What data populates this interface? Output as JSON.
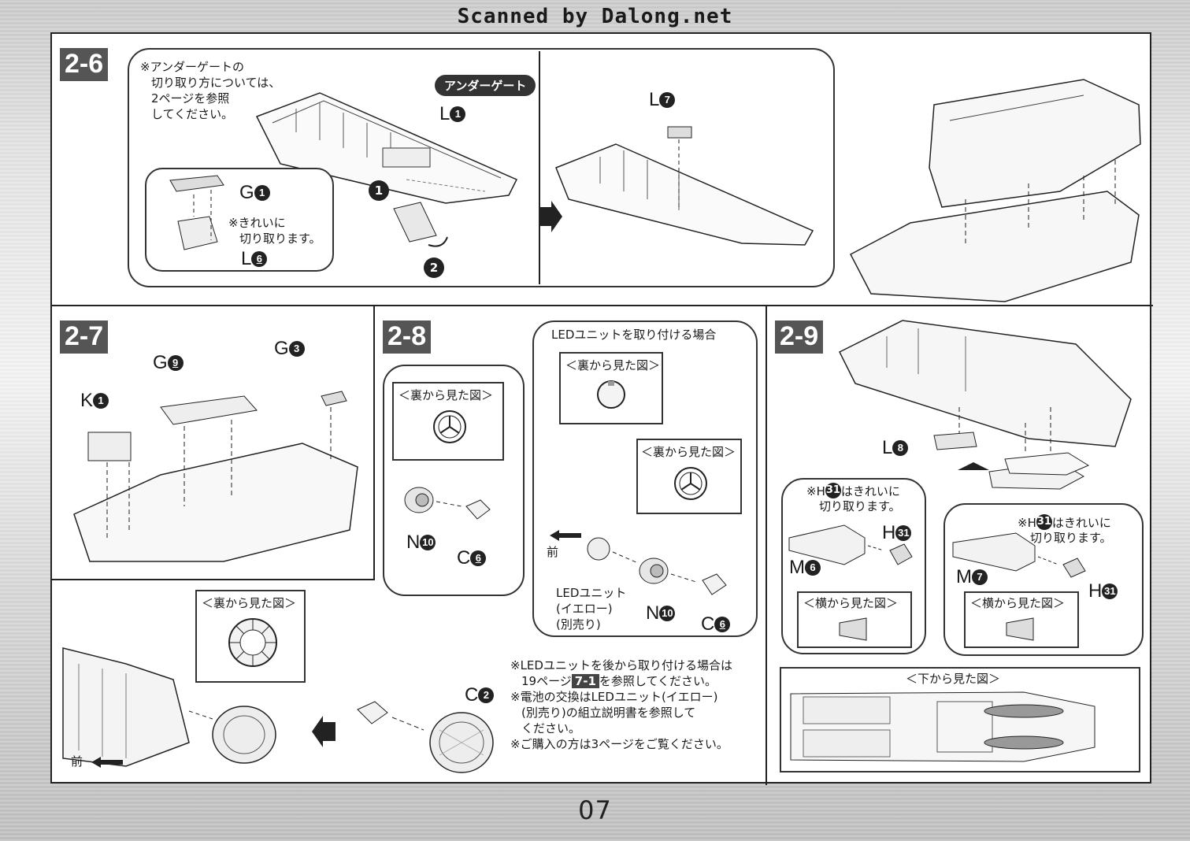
{
  "banner": "Scanned by Dalong.net",
  "page_number": "07",
  "steps": {
    "s26": {
      "label": "2-6",
      "note": [
        "※アンダーゲートの",
        "切り取り方については、",
        "2ページを参照",
        "してください。"
      ],
      "tag": "アンダーゲート",
      "parts": {
        "l1": "L",
        "l1n": "1",
        "g1": "G",
        "g1n": "1",
        "l6": "L",
        "l6n": "6",
        "l7": "L",
        "l7n": "7"
      },
      "cut_note": [
        "※きれいに",
        "切り取ります。"
      ],
      "seq": [
        "1",
        "2"
      ]
    },
    "s27": {
      "label": "2-7",
      "parts": {
        "k1": "K",
        "k1n": "1",
        "g9": "G",
        "g9n": "9",
        "g3": "G",
        "g3n": "3"
      }
    },
    "s28": {
      "label": "2-8",
      "back_view": "＜裏から見た図＞",
      "led_title": "LEDユニットを取り付ける場合",
      "led_back_view": "＜裏から見た図＞",
      "led_back_view2": "＜裏から見た図＞",
      "parts": {
        "n10": "N",
        "n10n": "10",
        "c6": "C",
        "c6n": "6",
        "c2": "C",
        "c2n": "2"
      },
      "front": "前",
      "led_unit": [
        "LEDユニット",
        "(イエロー)",
        "(別売り)"
      ],
      "notes": [
        "※LEDユニットを後から取り付ける場合は",
        "19ページ",
        "7-1",
        "を参照してください。",
        "※電池の交換はLEDユニット(イエロー)",
        "(別売り)の組立説明書を参照して",
        "ください。",
        "※ご購入の方は3ページをご覧ください。"
      ],
      "nozzle_back_view": "＜裏から見た図＞",
      "front2": "前"
    },
    "s29": {
      "label": "2-9",
      "parts": {
        "l8": "L",
        "l8n": "8",
        "h31": "H",
        "h31n": "31",
        "m6": "M",
        "m6n": "6",
        "m7": "M",
        "m7n": "7"
      },
      "cut_note_a": [
        "※",
        "はきれいに",
        "切り取ります。"
      ],
      "side_view": "＜横から見た図＞",
      "bottom_view": "＜下から見た図＞"
    }
  }
}
